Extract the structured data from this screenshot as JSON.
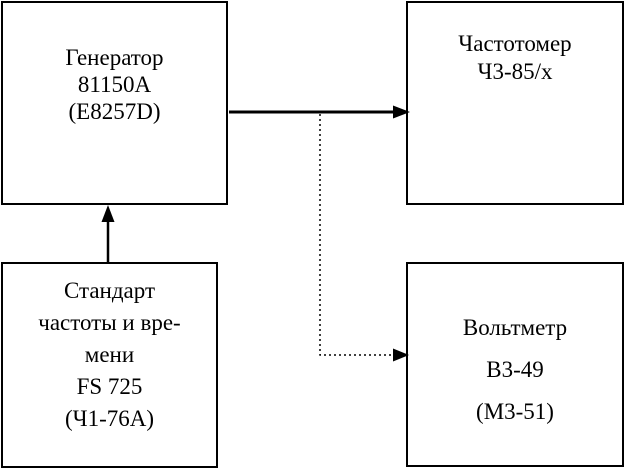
{
  "diagram": {
    "type": "block-diagram",
    "colors": {
      "background": "#ffffff",
      "line": "#000000",
      "text": "#000000"
    },
    "boxes": {
      "generator": {
        "lines": [
          "Генератор",
          "81150A",
          "(E8257D)"
        ]
      },
      "frequency_meter": {
        "lines": [
          "Частотомер",
          "Ч3-85/x"
        ]
      },
      "time_standard": {
        "lines": [
          "Стандарт",
          "частоты и вре-",
          "мени",
          "FS 725",
          "(Ч1-76А)"
        ]
      },
      "voltmeter": {
        "lines": [
          "Вольтметр",
          "В3-49",
          "(М3-51)"
        ]
      }
    },
    "connectors": [
      {
        "from": "generator",
        "to": "frequency_meter",
        "style": "solid-arrow"
      },
      {
        "from": "time_standard",
        "to": "generator",
        "style": "solid-arrow"
      },
      {
        "from": "generator-output-line",
        "to": "voltmeter",
        "style": "dotted-arrow"
      }
    ]
  }
}
